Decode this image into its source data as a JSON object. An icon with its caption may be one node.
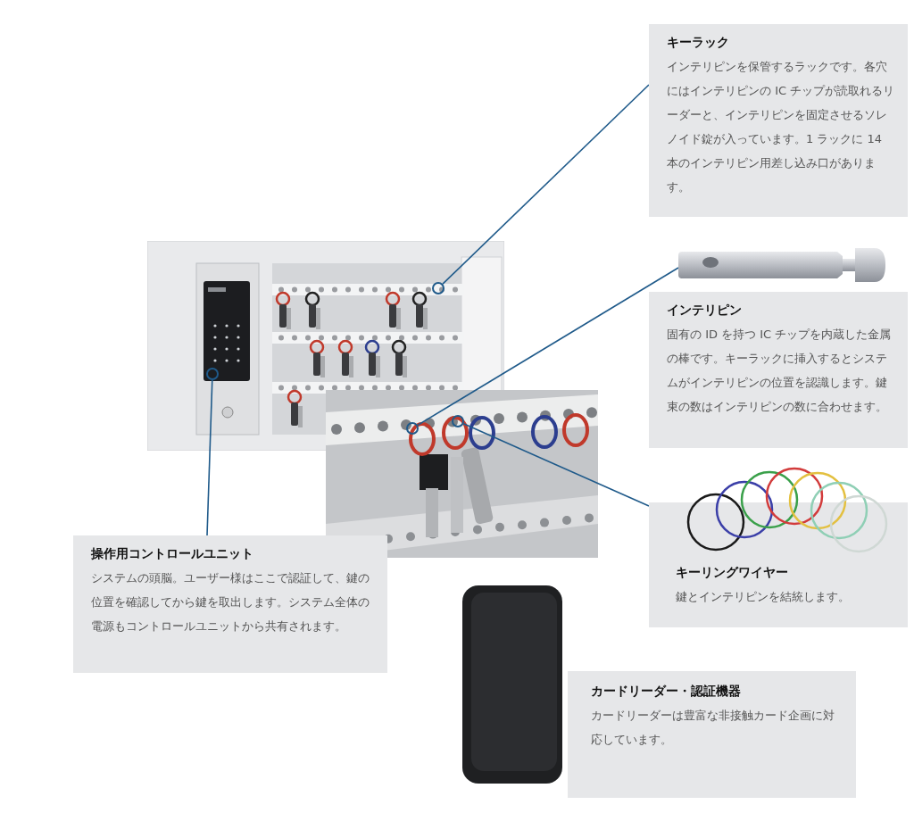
{
  "diagram": {
    "nodes": [
      {
        "text": [],
        "shape": "picture"
      },
      {
        "text": [],
        "shape": "circle",
        "in": 0
      },
      {
        "text": [],
        "shape": "circle",
        "in": 0
      },
      {
        "text": [],
        "shape": "picture"
      },
      {
        "text": [],
        "shape": "circle"
      },
      {
        "text": [],
        "shape": "circle"
      },
      {
        "text": [
          "キーラック",
          "インテリピンを保管するラックです。各穴にはインテリピンの IC チップが読取れるリーダーと、インテリピンを固定させるソレノイド錠が入っています。1 ラックに 14 本のインテリピン用差し込み口があります。"
        ]
      },
      {
        "text": [],
        "shape": "picture"
      },
      {
        "text": [
          "インテリピン",
          "固有の ID を持つ IC チップを内蔵した金属の棒です。キーラックに挿入するとシステムがインテリピンの位置を認識します。鍵束の数はインテリピンの数に合わせます。"
        ]
      },
      {
        "text": [
          "キーリングワイヤー",
          "鍵とインテリピンを結統します。"
        ]
      },
      {
        "text": [
          "操作用コントロールユニット",
          "システムの頭脳。ユーザー様はここで認証して、鍵の位置を確認してから鍵を取出します。システム全体の電源もコントロールユニットから共有されます。"
        ]
      },
      {
        "text": [
          "カードリーダー・認証機器",
          "カードリーダーは豊富な非接触カード企画に対応しています。"
        ]
      }
    ],
    "edges": [
      {
        "from": 6,
        "to": 1,
        "arrow": "none"
      },
      {
        "from": 7,
        "to": 4,
        "arrow": "none"
      },
      {
        "from": 9,
        "to": 5,
        "arrow": "none"
      },
      {
        "from": 10,
        "to": 2,
        "arrow": "none"
      }
    ]
  }
}
